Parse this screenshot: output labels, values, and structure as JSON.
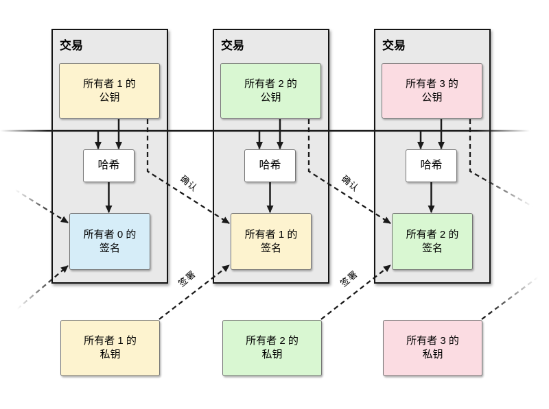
{
  "diagram": {
    "transactions": [
      {
        "title": "交易",
        "public_key": [
          "所有者 1 的",
          "公钥"
        ],
        "hash": "哈希",
        "signature": [
          "所有者 0 的",
          "签名"
        ]
      },
      {
        "title": "交易",
        "public_key": [
          "所有者 2 的",
          "公钥"
        ],
        "hash": "哈希",
        "signature": [
          "所有者 1 的",
          "签名"
        ]
      },
      {
        "title": "交易",
        "public_key": [
          "所有者 3 的",
          "公钥"
        ],
        "hash": "哈希",
        "signature": [
          "所有者 2 的",
          "签名"
        ]
      }
    ],
    "private_keys": [
      [
        "所有者 1 的",
        "私钥"
      ],
      [
        "所有者 2 的",
        "私钥"
      ],
      [
        "所有者 3 的",
        "私钥"
      ]
    ],
    "edge_labels": {
      "verify": "确认",
      "sign": "签署"
    },
    "colors": {
      "owner0_blue": "#d6edf8",
      "owner1_yellow": "#fdf3cf",
      "owner2_green": "#d9f7d2",
      "owner3_pink": "#fbdce2",
      "transaction_gray": "#e9e9e9",
      "hash_white": "#ffffff",
      "line_black": "#1a1a1a"
    }
  }
}
